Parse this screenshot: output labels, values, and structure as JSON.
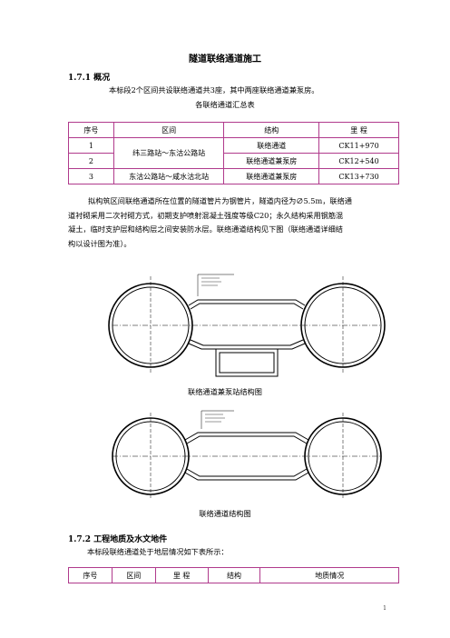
{
  "doc_title": "隧道联络通道施工",
  "sec1": {
    "heading": "1.7.1 概况",
    "intro": "本标段2个区间共设联络通道共3座，其中两座联络通道兼泵房。",
    "table_caption": "各联络通道汇总表",
    "table": {
      "headers": [
        "序号",
        "区间",
        "结构",
        "里 程"
      ],
      "rows": [
        [
          "1",
          "纬三路站～东沽公路站",
          "联络通道",
          "CK11+970"
        ],
        [
          "2",
          "",
          "联络通道兼泵房",
          "CK12+540"
        ],
        [
          "3",
          "东沽公路站～咸水沽北站",
          "联络通道兼泵房",
          "CK13+730"
        ]
      ]
    },
    "para_lines": [
      "拟构筑区间联络通道所在位置的隧道管片为钢管片，隧道内径为∅5.5m，联络通",
      "道衬砌采用二次衬砌方式，初期支护喷射混凝土强度等级C20；永久结构采用钢筋混",
      "凝土，临时支护层和结构层之间安装防水层。联络通道结构见下图（联络通道详细结",
      "构以设计图为准）。"
    ],
    "fig1_caption": "联络通道兼泵站结构图",
    "fig2_caption": "联络通道结构图"
  },
  "sec2": {
    "heading": "1.7.2 工程地质及水文地件",
    "intro": "本标段联络通道处于地层情况如下表所示：",
    "table_headers": [
      "序号",
      "区间",
      "里 程",
      "结构",
      "地质情况"
    ]
  },
  "page_number": "1"
}
